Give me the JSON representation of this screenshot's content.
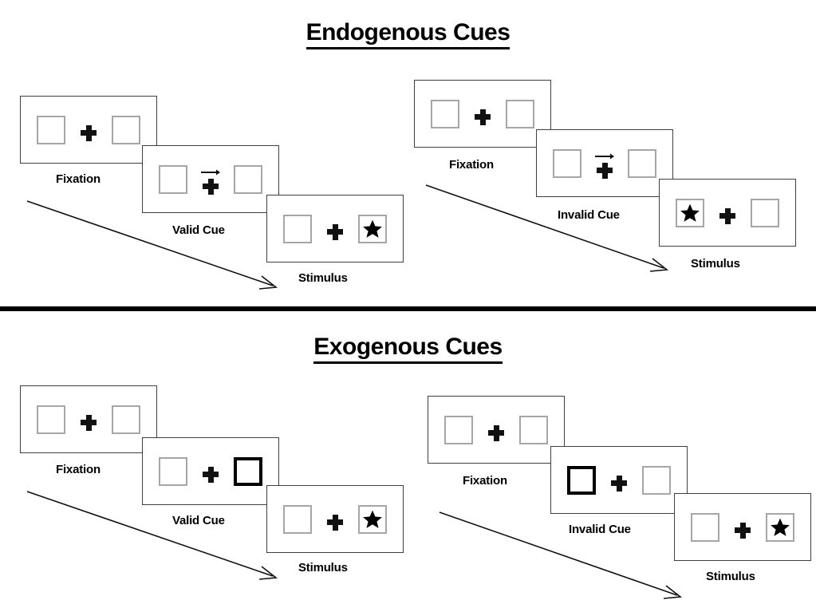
{
  "sections": [
    {
      "id": "endogenous",
      "title": "Endogenous Cues",
      "cue_type": "arrow",
      "groups": [
        {
          "id": "endogenous-valid",
          "condition": "valid",
          "panels": [
            {
              "caption": "Fixation",
              "cue": "none",
              "stimulus": "none"
            },
            {
              "caption": "Valid Cue",
              "cue": "arrow-right",
              "stimulus": "none"
            },
            {
              "caption": "Stimulus",
              "cue": "none",
              "stimulus": "star-right"
            }
          ]
        },
        {
          "id": "endogenous-invalid",
          "condition": "invalid",
          "panels": [
            {
              "caption": "Fixation",
              "cue": "none",
              "stimulus": "none"
            },
            {
              "caption": "Invalid Cue",
              "cue": "arrow-right",
              "stimulus": "none"
            },
            {
              "caption": "Stimulus",
              "cue": "none",
              "stimulus": "star-left"
            }
          ]
        }
      ]
    },
    {
      "id": "exogenous",
      "title": "Exogenous Cues",
      "cue_type": "box-flash",
      "groups": [
        {
          "id": "exogenous-valid",
          "condition": "valid",
          "panels": [
            {
              "caption": "Fixation",
              "cue": "none",
              "stimulus": "none"
            },
            {
              "caption": "Valid Cue",
              "cue": "box-right",
              "stimulus": "none"
            },
            {
              "caption": "Stimulus",
              "cue": "none",
              "stimulus": "star-right"
            }
          ]
        },
        {
          "id": "exogenous-invalid",
          "condition": "invalid",
          "panels": [
            {
              "caption": "Fixation",
              "cue": "none",
              "stimulus": "none"
            },
            {
              "caption": "Invalid Cue",
              "cue": "box-left",
              "stimulus": "none"
            },
            {
              "caption": "Stimulus",
              "cue": "none",
              "stimulus": "star-right"
            }
          ]
        }
      ]
    }
  ],
  "icons": {
    "fixation_cross": "plus-icon",
    "cue_arrow": "arrow-right-icon",
    "target_star": "star-icon",
    "flow_arrow": "diagonal-arrow-icon"
  },
  "colors": {
    "background": "#ffffff",
    "frame_border": "#3f3f3f",
    "placeholder_border": "#a6a6a6",
    "cue_border": "#000000",
    "ink": "#000000",
    "divider": "#000000"
  }
}
